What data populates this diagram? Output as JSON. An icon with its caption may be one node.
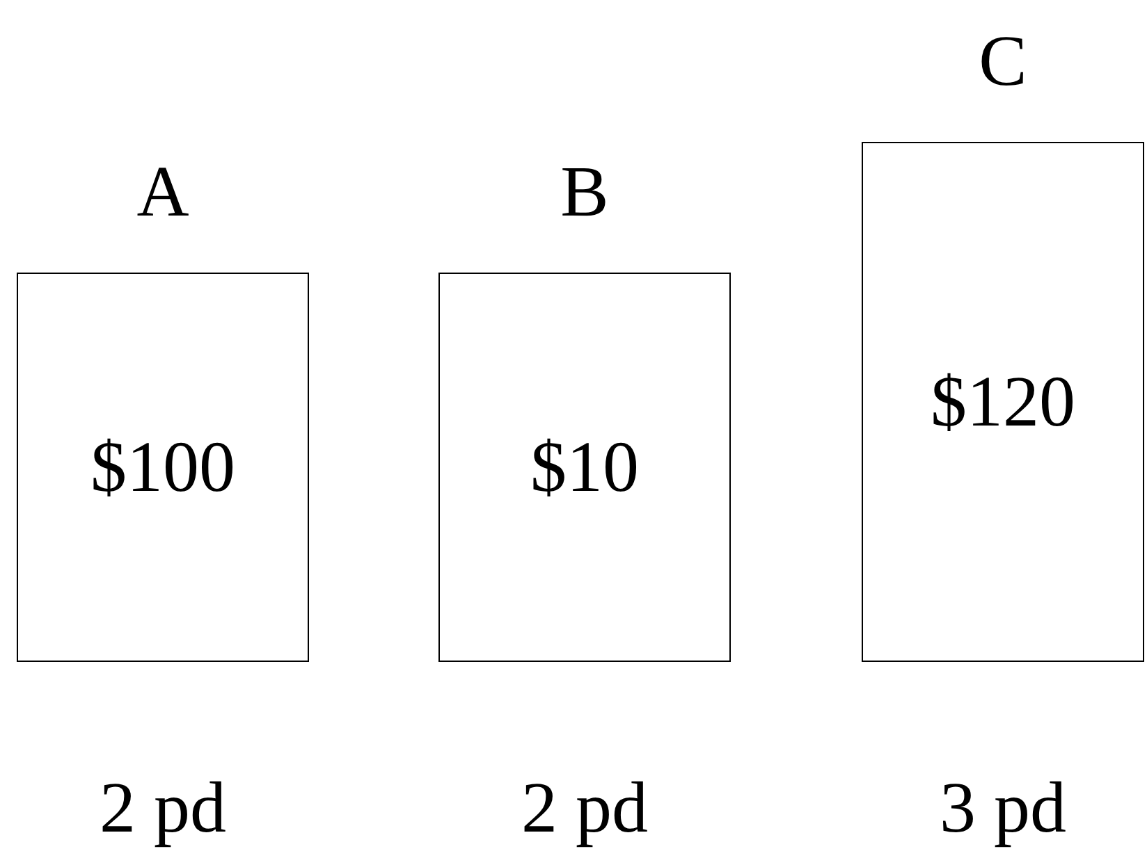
{
  "diagram": {
    "nodes": [
      {
        "text": [
          "A",
          "$100"
        ],
        "beside": [
          "2 pd"
        ]
      },
      {
        "text": [
          "B",
          "$10"
        ],
        "beside": [
          "2 pd"
        ]
      },
      {
        "text": [
          "C",
          "$120"
        ],
        "beside": [
          "3 pd"
        ]
      }
    ]
  }
}
